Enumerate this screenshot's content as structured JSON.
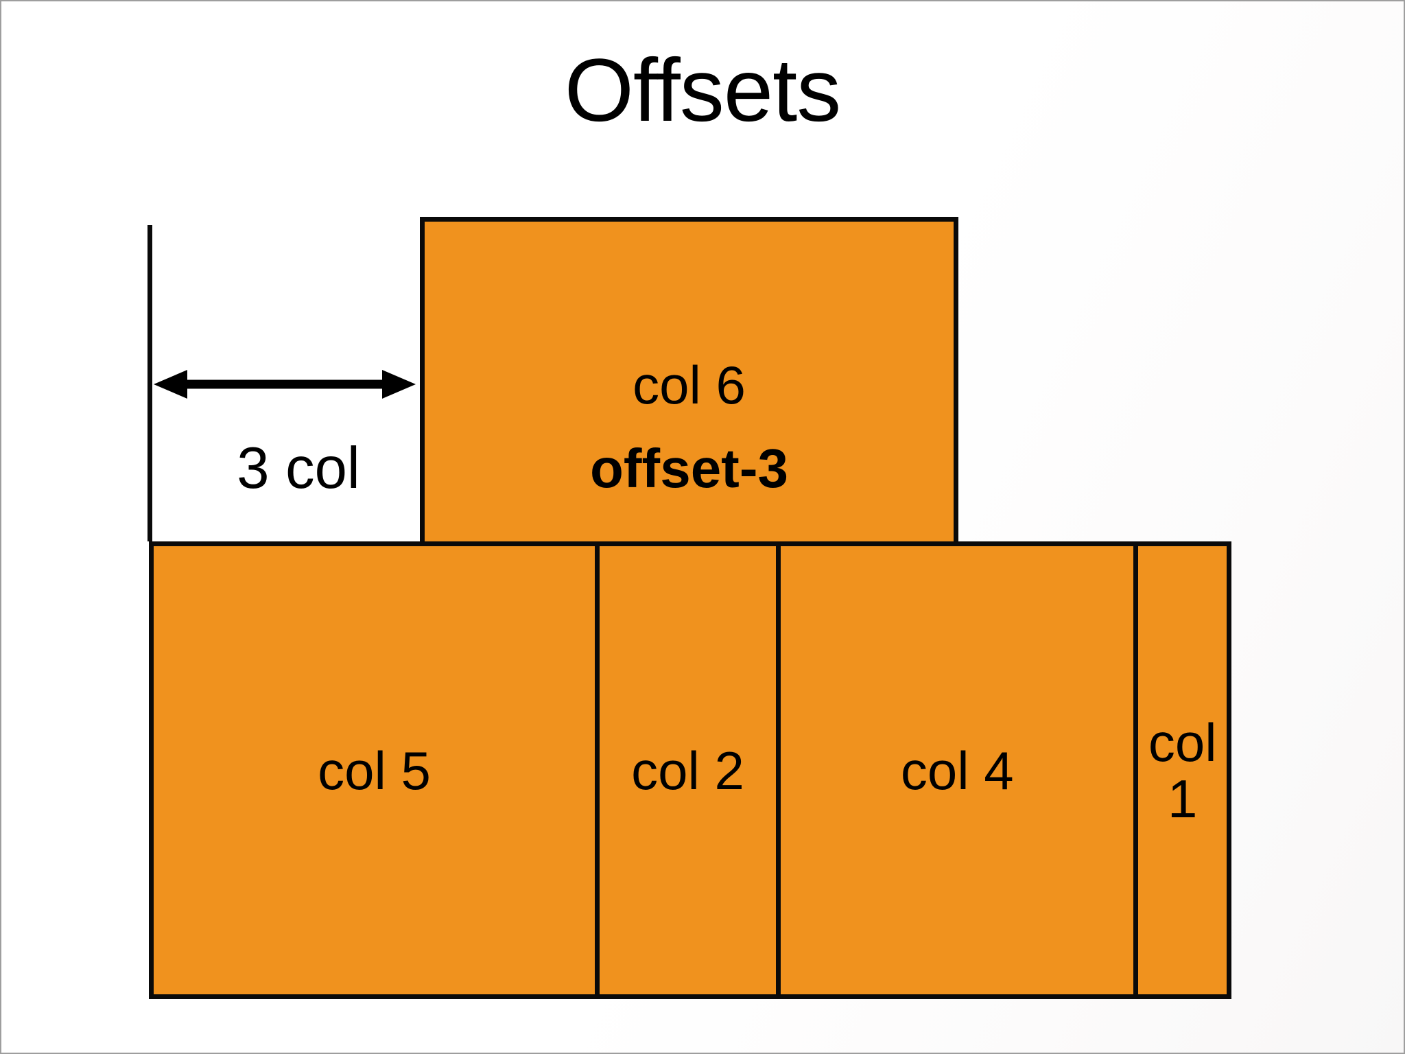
{
  "title": "Offsets",
  "measure": {
    "label": "3 col"
  },
  "offset_box": {
    "line1": "col 6",
    "line2": "offset-3"
  },
  "row": {
    "cells": [
      {
        "label": "col 5"
      },
      {
        "label": "col 2"
      },
      {
        "label": "col 4"
      },
      {
        "label": "col 1"
      }
    ]
  },
  "colors": {
    "orange": "#F0921E",
    "border": "#0A0A0A",
    "frame_gray": "#9E9E9E"
  }
}
